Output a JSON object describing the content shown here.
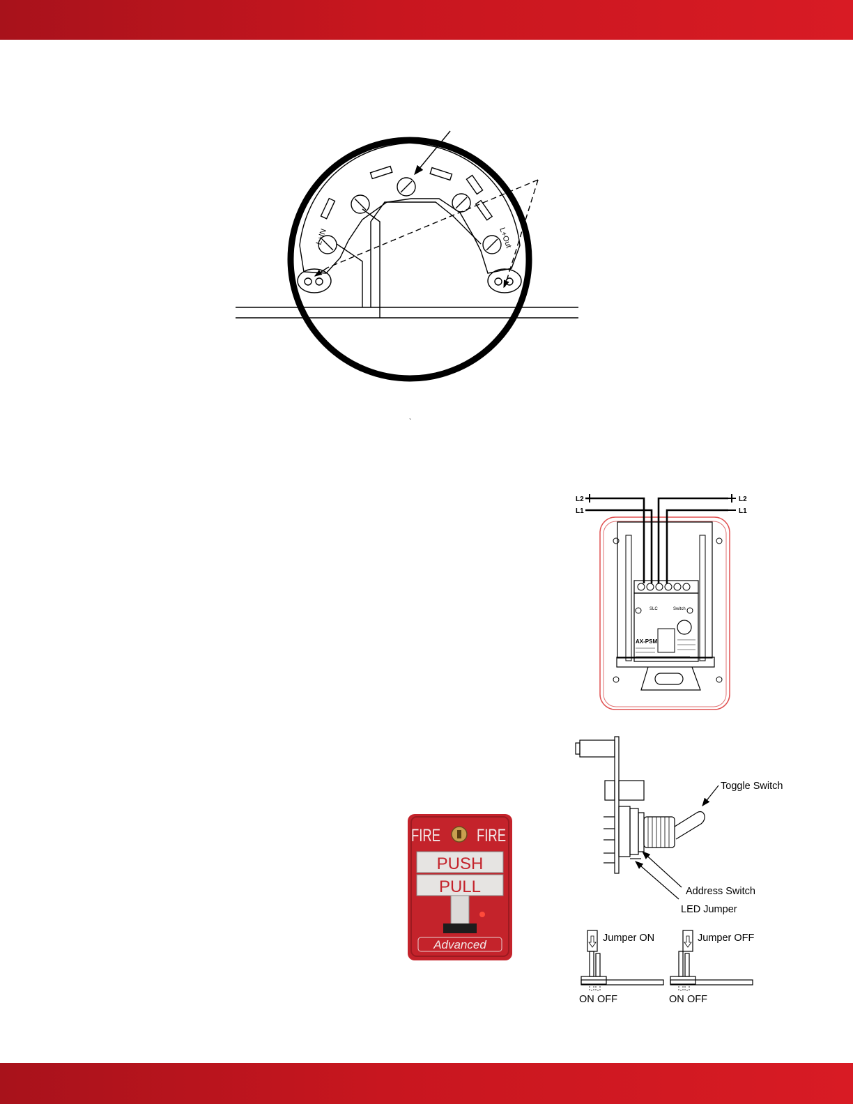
{
  "detector_base": {
    "terminal_left_label": "L+IN",
    "terminal_right_label": "L+Out"
  },
  "module_diagram": {
    "terminals": [
      "L2",
      "L1"
    ],
    "polarity": [
      "+",
      "-"
    ],
    "marking_left": "SLC",
    "marking_right": "Switch",
    "model": "AX-PSM"
  },
  "switch_diagram": {
    "toggle_label": "Toggle Switch",
    "address_label": "Address Switch",
    "led_label": "LED Jumper"
  },
  "jumper_diagram": {
    "on_label": "Jumper ON",
    "off_label": "Jumper OFF",
    "pos_on": "ON",
    "pos_off": "OFF"
  },
  "call_point": {
    "fire_left": "FIRE",
    "fire_right": "FIRE",
    "push": "PUSH",
    "pull": "PULL",
    "brand": "Advanced"
  },
  "stray_mark": "`",
  "colors": {
    "brand_red": "#c8161f",
    "call_point_red": "#c4232b"
  }
}
